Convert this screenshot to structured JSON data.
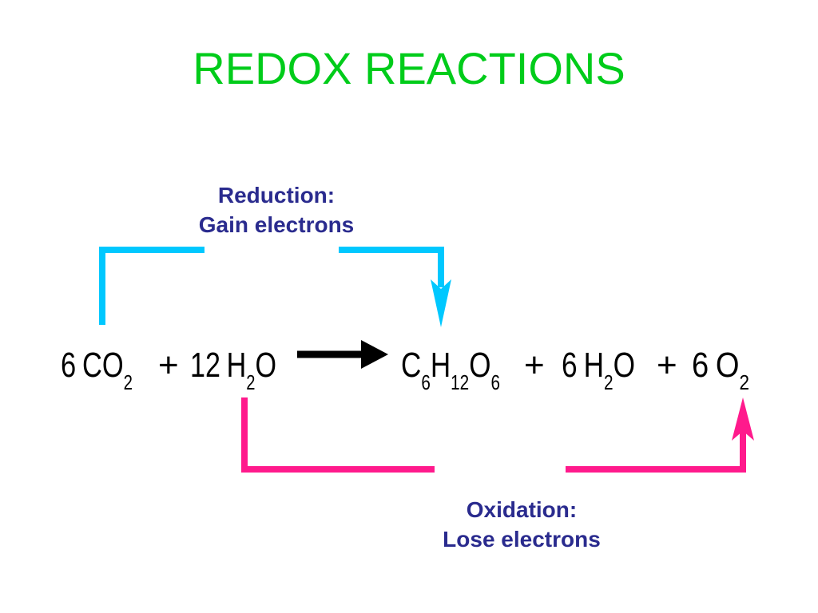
{
  "title": "REDOX REACTIONS",
  "colors": {
    "title": "#00cc1a",
    "label": "#2a2b8e",
    "reduction_bracket": "#00c8ff",
    "oxidation_bracket": "#ff1a8c",
    "equation": "#000000"
  },
  "reduction": {
    "line1": "Reduction:",
    "line2": "Gain electrons"
  },
  "oxidation": {
    "line1": "Oxidation:",
    "line2": "Lose electrons"
  },
  "equation": {
    "reactants": {
      "co2": {
        "coef": "6",
        "formula": "CO",
        "sub": "2"
      },
      "plus": "+",
      "h2o": {
        "coef": "12",
        "formula_a": "H",
        "sub": "2",
        "formula_b": "O"
      }
    },
    "arrow": "reaction-arrow-icon",
    "products": {
      "glucose": {
        "c": "C",
        "c_sub": "6",
        "h": "H",
        "h_sub": "12",
        "o": "O",
        "o_sub": "6"
      },
      "plus1": "+",
      "h2o": {
        "coef": "6",
        "formula_a": "H",
        "sub": "2",
        "formula_b": "O"
      },
      "plus2": "+",
      "o2": {
        "coef": "6",
        "formula": "O",
        "sub": "2"
      }
    }
  }
}
